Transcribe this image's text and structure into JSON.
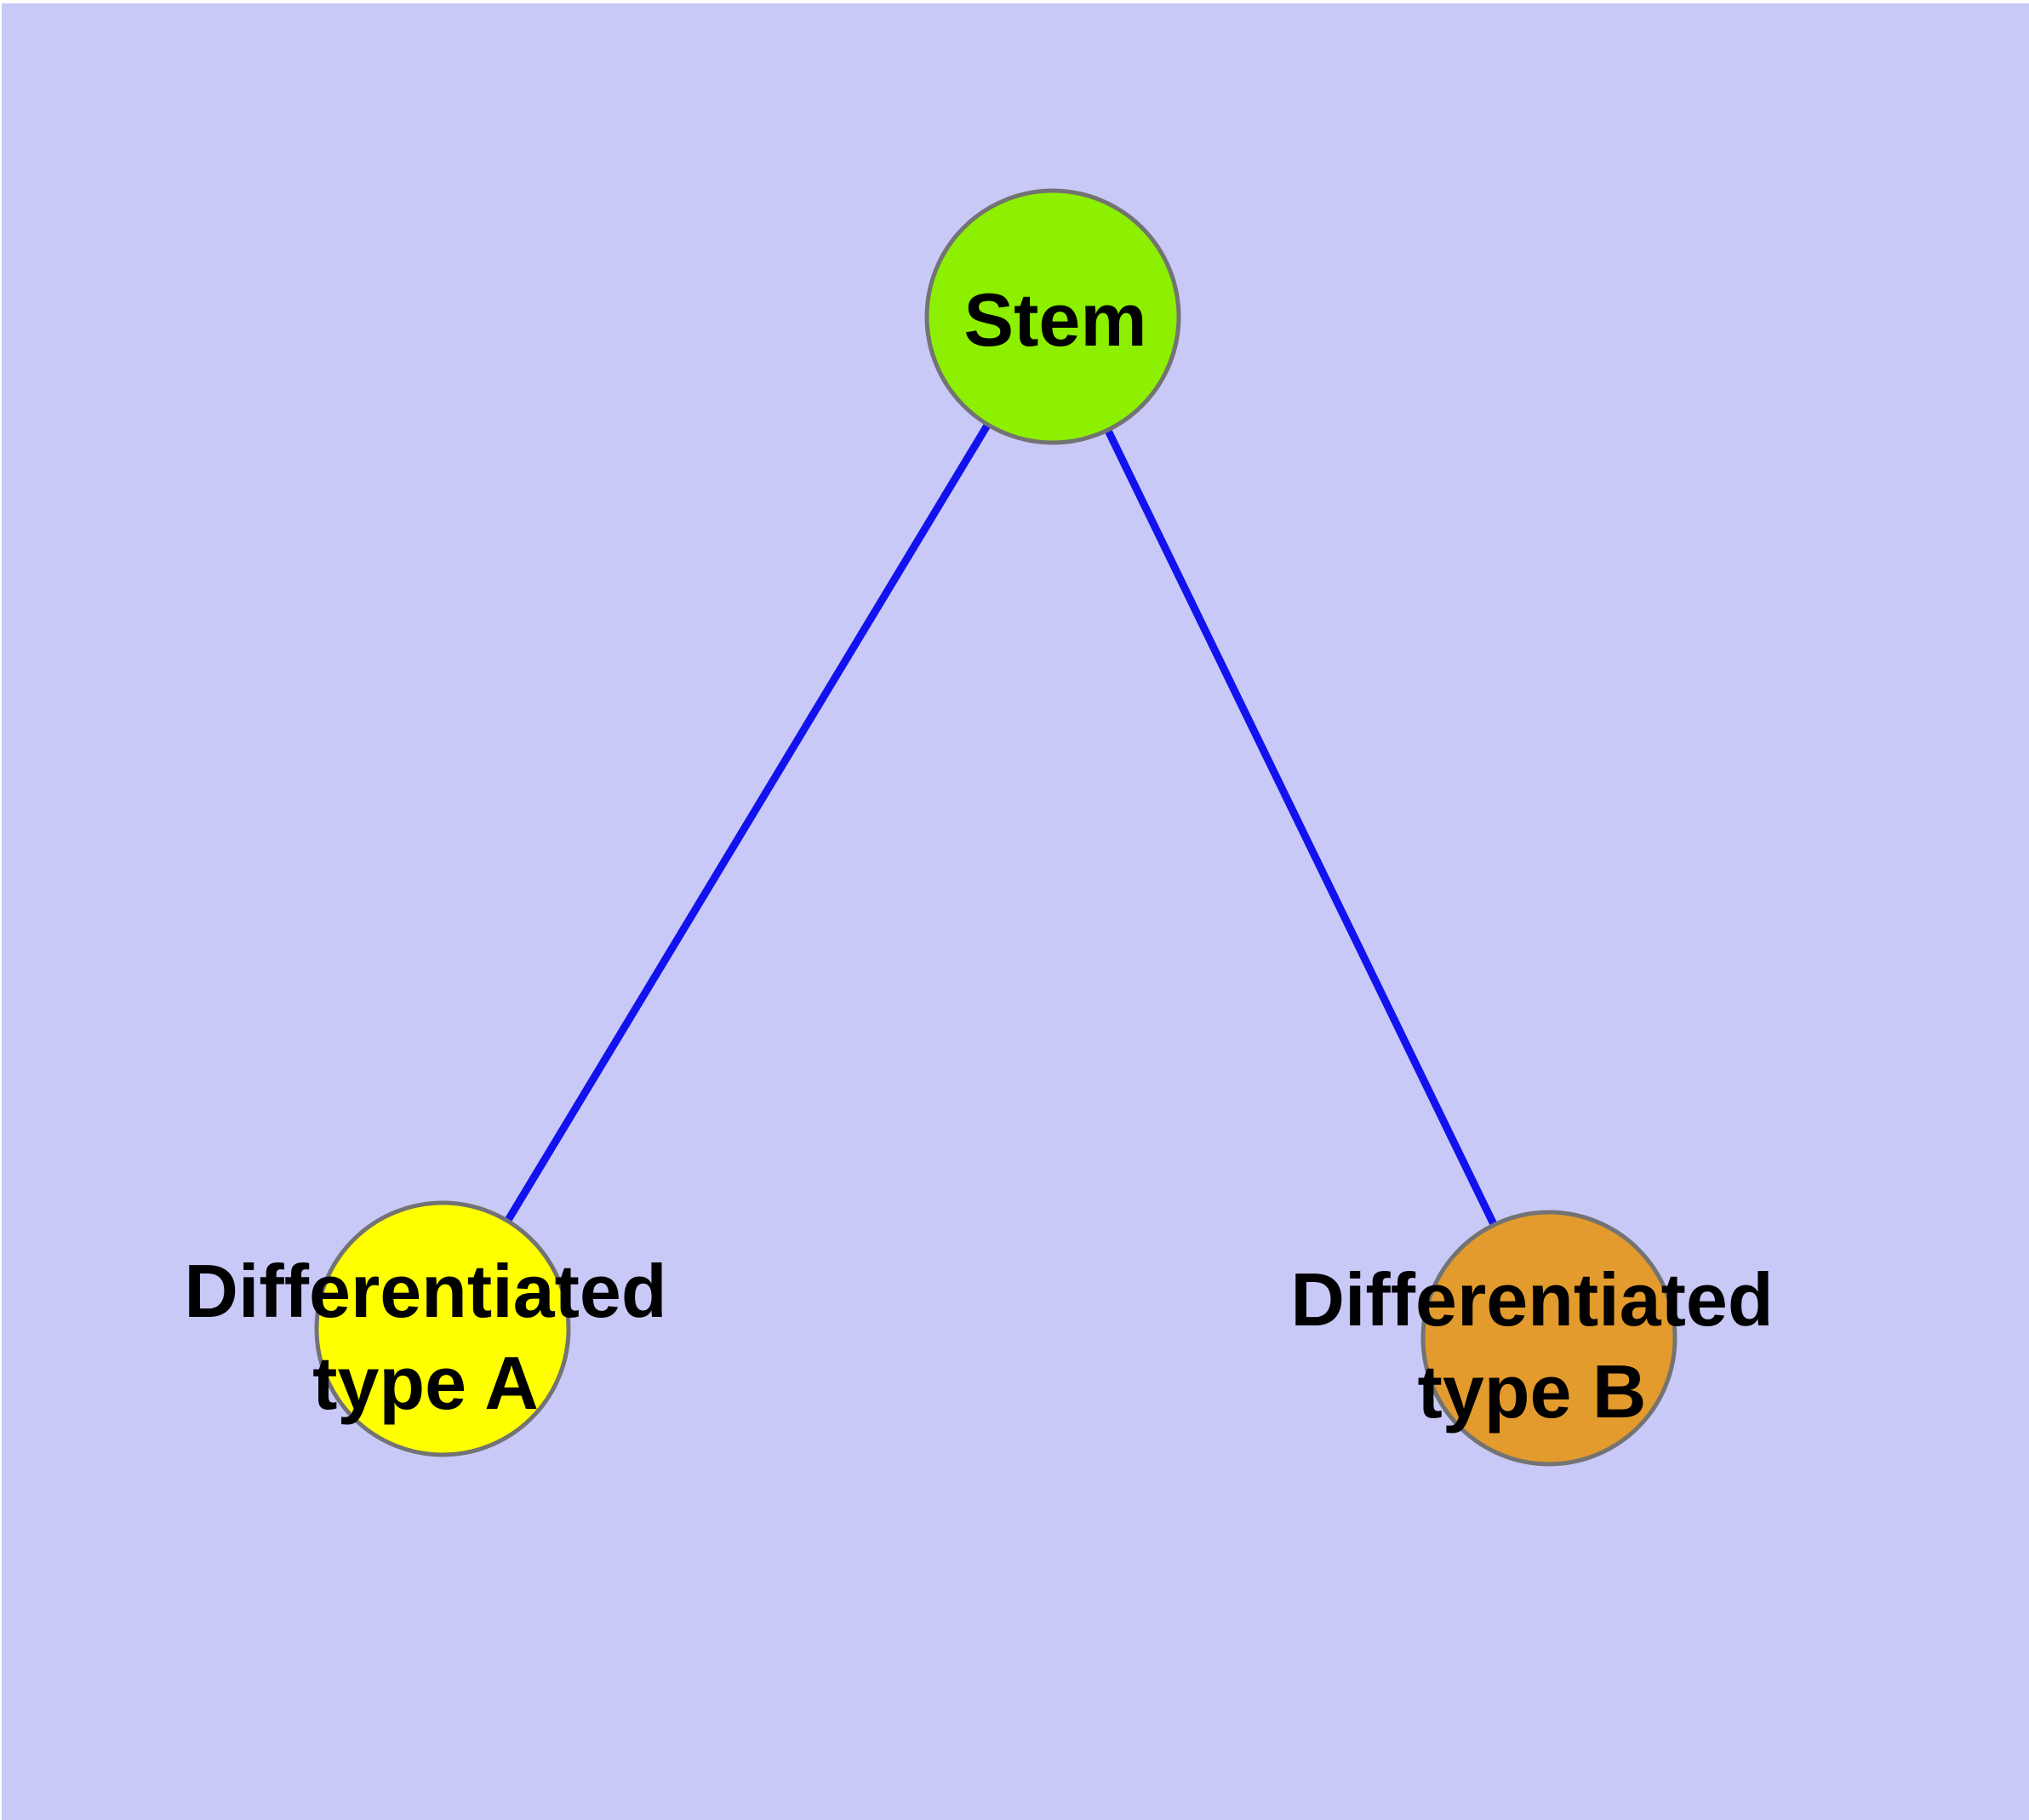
{
  "diagram": {
    "background_color": "#c9c9f8",
    "edge_color": "#1212ef",
    "node_border_color": "#737373",
    "text_color": "#000000",
    "nodes": {
      "stem": {
        "label": "Stem",
        "fill": "#8cf000"
      },
      "type_a": {
        "label_line1": "Differentiated",
        "label_line2": "type A",
        "fill": "#ffff00"
      },
      "type_b": {
        "label_line1": "Differentiated",
        "label_line2": "type B",
        "fill": "#e29b2c"
      }
    },
    "edges": [
      {
        "from": "Stem",
        "to": "Differentiated type A"
      },
      {
        "from": "Stem",
        "to": "Differentiated type B"
      }
    ]
  }
}
